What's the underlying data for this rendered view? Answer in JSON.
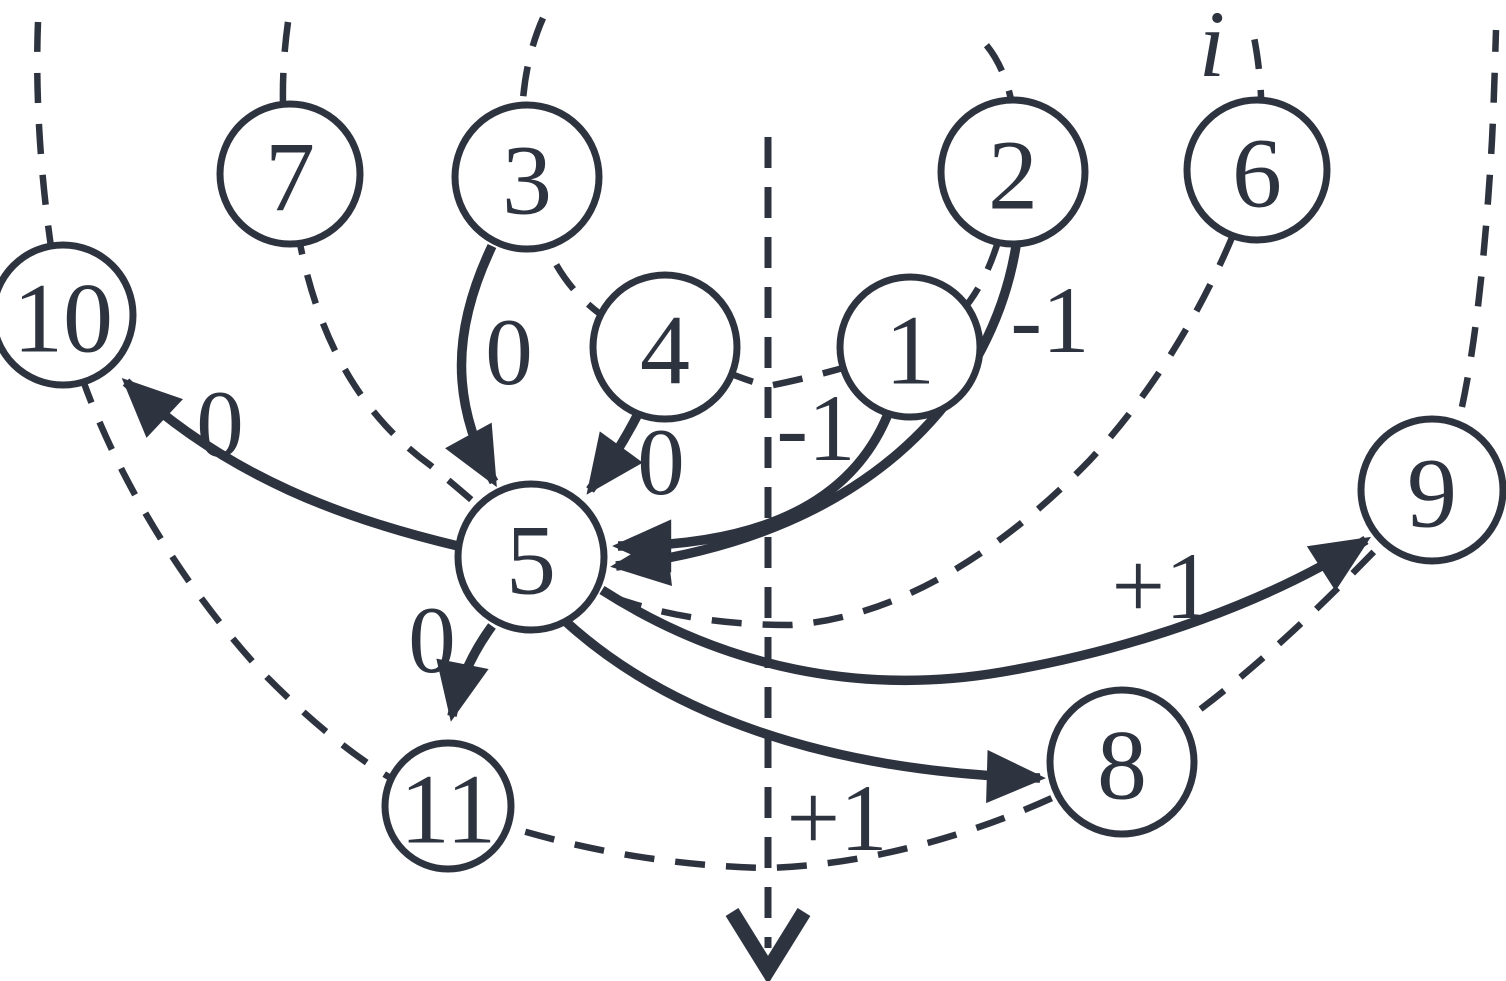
{
  "figure": {
    "type": "graph-diagram",
    "description": "Hand-drawn style graph: node 5 with incoming edges from 1,2,3,4 and outgoing edges to 8,9,10,11; nodes lie on dashed concentric level curves crossed by a dashed downward index axis",
    "colors": {
      "background": "#ffffff",
      "ink": "#2e3340"
    },
    "axis": {
      "label": "i",
      "direction": "down"
    },
    "nodes": [
      {
        "id": "1",
        "label": "1"
      },
      {
        "id": "2",
        "label": "2"
      },
      {
        "id": "3",
        "label": "3"
      },
      {
        "id": "4",
        "label": "4"
      },
      {
        "id": "5",
        "label": "5"
      },
      {
        "id": "6",
        "label": "6"
      },
      {
        "id": "7",
        "label": "7"
      },
      {
        "id": "8",
        "label": "8"
      },
      {
        "id": "9",
        "label": "9"
      },
      {
        "id": "10",
        "label": "10"
      },
      {
        "id": "11",
        "label": "11"
      }
    ],
    "edges": [
      {
        "from": "3",
        "to": "5",
        "label": "0"
      },
      {
        "from": "4",
        "to": "5",
        "label": "0"
      },
      {
        "from": "1",
        "to": "5",
        "label": "-1"
      },
      {
        "from": "2",
        "to": "5",
        "label": "-1"
      },
      {
        "from": "5",
        "to": "10",
        "label": "0"
      },
      {
        "from": "5",
        "to": "11",
        "label": "0"
      },
      {
        "from": "5",
        "to": "8",
        "label": "+1"
      },
      {
        "from": "5",
        "to": "9",
        "label": "+1"
      }
    ],
    "level_arcs": [
      {
        "name": "inner",
        "nodes": [
          "3",
          "4",
          "1",
          "2"
        ]
      },
      {
        "name": "middle",
        "nodes": [
          "7",
          "5",
          "6"
        ],
        "label": "i"
      },
      {
        "name": "outer",
        "nodes": [
          "10",
          "11",
          "8",
          "9"
        ]
      }
    ]
  }
}
